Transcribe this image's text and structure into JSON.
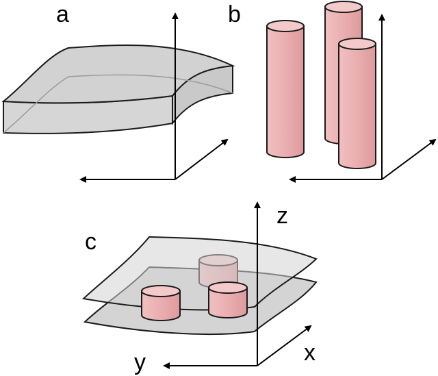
{
  "panels": {
    "a": {
      "label": "a"
    },
    "b": {
      "label": "b"
    },
    "c": {
      "label": "c"
    }
  },
  "axes": {
    "z_label": "z",
    "x_label": "x",
    "y_label": "y"
  },
  "colors": {
    "membrane_fill": "#cfcfcf",
    "membrane_fill_light": "#e2e2e2",
    "membrane_stroke": "#1a1a1a",
    "cylinder_fill": "#eab0b2",
    "cylinder_top": "#f2c7c8",
    "cylinder_shade": "#dd9a9c",
    "axis_color": "#000000"
  }
}
